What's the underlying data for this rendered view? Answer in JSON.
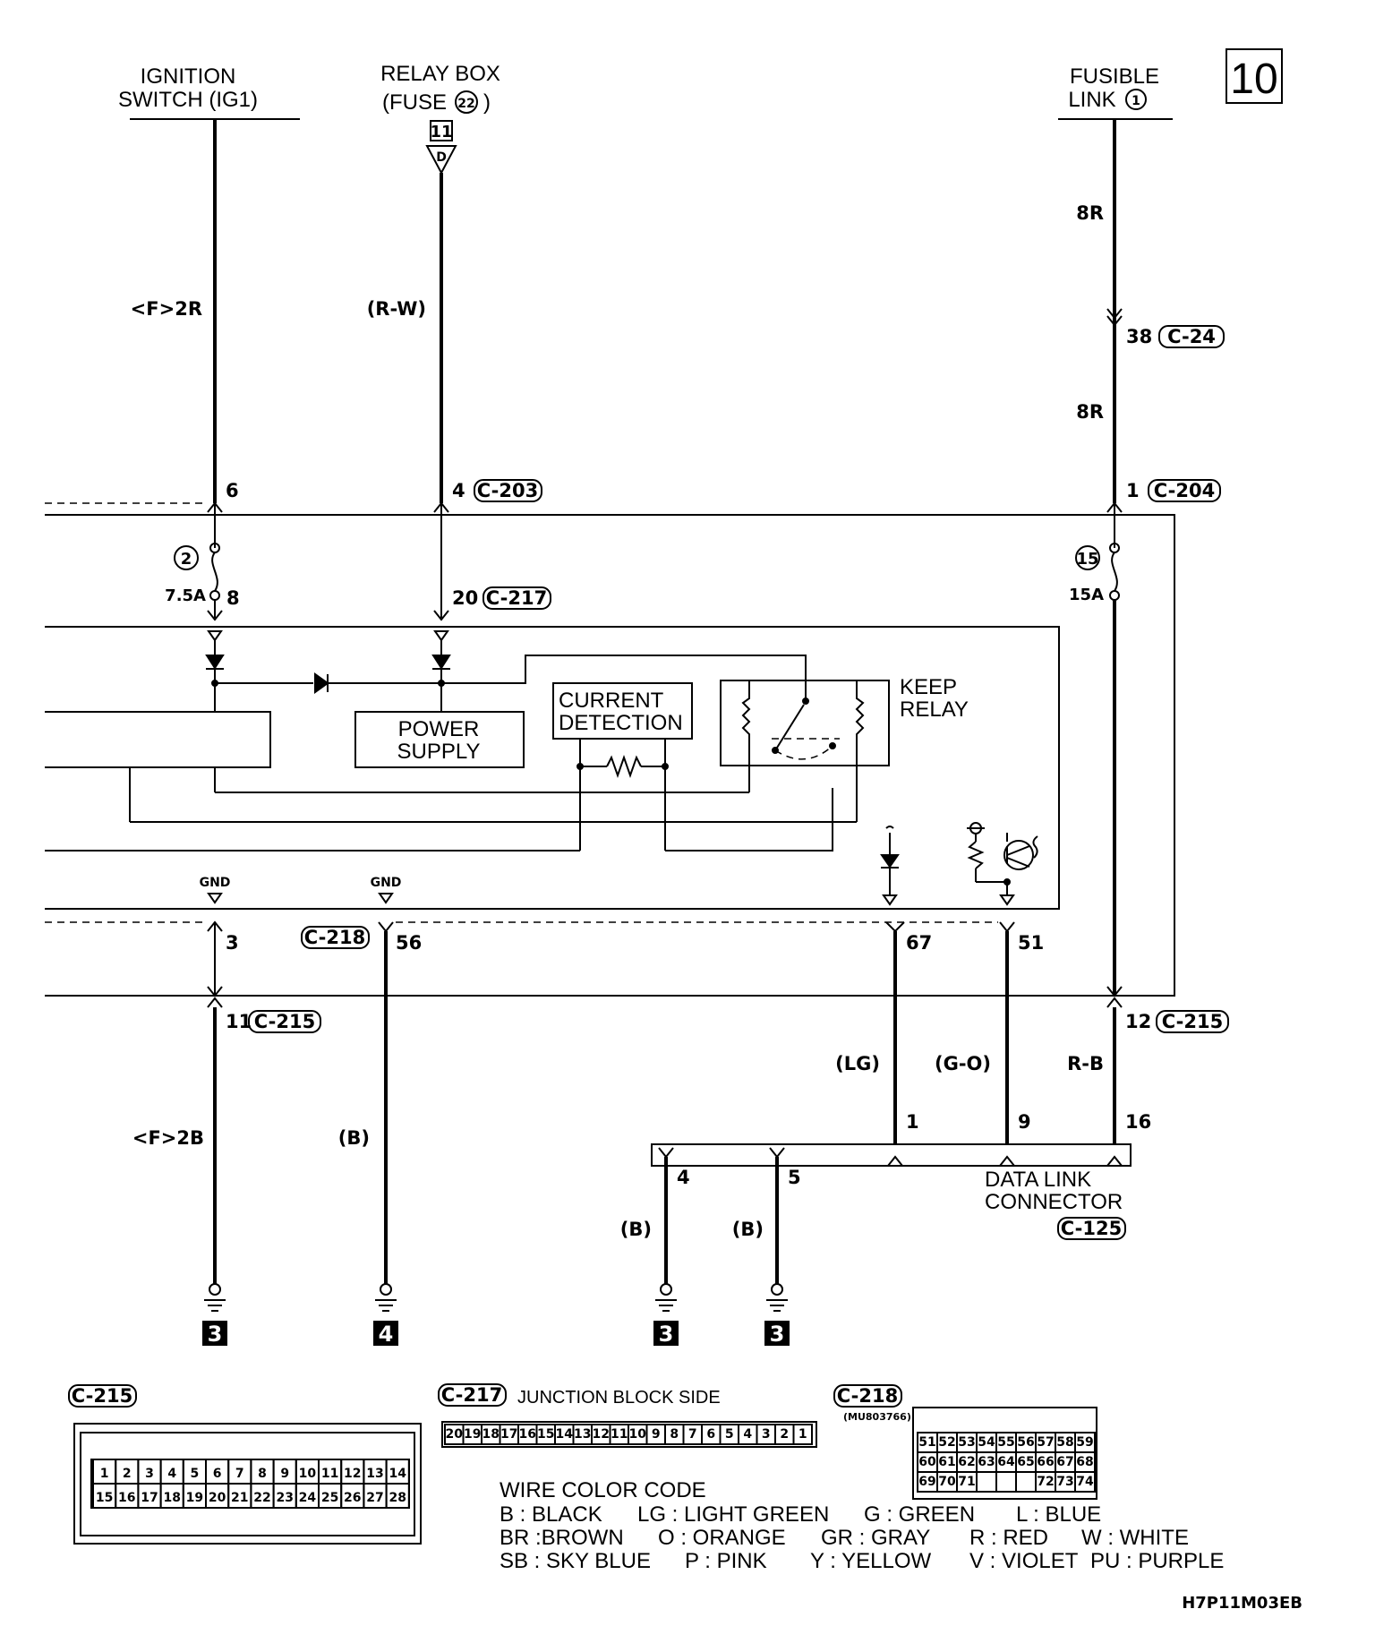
{
  "page_number": "10",
  "sources": {
    "ignition": [
      "IGNITION",
      "SWITCH (IG1)"
    ],
    "relay_box": [
      "RELAY BOX",
      "(FUSE",
      "22",
      ")"
    ],
    "relay_conn": "11",
    "relay_tri": "D",
    "fusible": [
      "FUSIBLE",
      "LINK",
      "1"
    ]
  },
  "wire_labels": {
    "ig_top": "<F>2R",
    "rw_top": "(R-W)",
    "fl_8r_top": "8R",
    "fl_8r_mid": "8R",
    "ig_bottom": "<F>2B",
    "gnd_b": "(B)",
    "lg": "(LG)",
    "go": "(G-O)",
    "rb": "R-B",
    "b4": "(B)",
    "b5": "(B)"
  },
  "pins": {
    "p6": "6",
    "p4": "4",
    "p1": "1",
    "p38": "38",
    "p8": "8",
    "p20": "20",
    "p3": "3",
    "p56": "56",
    "p67": "67",
    "p51": "51",
    "p11": "11",
    "p12": "12",
    "dlc1": "1",
    "dlc9": "9",
    "dlc16": "16",
    "dlc4": "4",
    "dlc5": "5"
  },
  "connectors": {
    "c24": "C-24",
    "c203": "C-203",
    "c204": "C-204",
    "c217": "C-217",
    "c218": "C-218",
    "c215": "C-215",
    "c125": "C-125"
  },
  "fuses": {
    "f2": "2",
    "f2_rating": "7.5A",
    "f15": "15",
    "f15_rating": "15A"
  },
  "blocks": {
    "power_supply": [
      "POWER",
      "SUPPLY"
    ],
    "current_detection": [
      "CURRENT",
      "DETECTION"
    ],
    "keep_relay": [
      "KEEP",
      "RELAY"
    ],
    "gnd": "GND",
    "dlc": [
      "DATA LINK",
      "CONNECTOR"
    ]
  },
  "grounds": [
    "3",
    "4",
    "3",
    "3"
  ],
  "bottom": {
    "c215_pins_top": [
      "1",
      "2",
      "3",
      "4",
      "5",
      "6",
      "7",
      "8",
      "9",
      "10",
      "11",
      "12",
      "13",
      "14"
    ],
    "c215_pins_bottom": [
      "15",
      "16",
      "17",
      "18",
      "19",
      "20",
      "21",
      "22",
      "23",
      "24",
      "25",
      "26",
      "27",
      "28"
    ],
    "c217_caption": "JUNCTION BLOCK SIDE",
    "c217_pins": [
      "20",
      "19",
      "18",
      "17",
      "16",
      "15",
      "14",
      "13",
      "12",
      "11",
      "10",
      "9",
      "8",
      "7",
      "6",
      "5",
      "4",
      "3",
      "2",
      "1"
    ],
    "c218_part": "(MU803766)",
    "c218_row1": [
      "51",
      "52",
      "53",
      "54",
      "55",
      "56",
      "57",
      "58",
      "59"
    ],
    "c218_row2": [
      "60",
      "61",
      "62",
      "63",
      "64",
      "65",
      "66",
      "67",
      "68"
    ],
    "c218_row3": [
      "69",
      "70",
      "71",
      "",
      "",
      "",
      "72",
      "73",
      "74"
    ]
  },
  "wire_code": {
    "title": "WIRE COLOR CODE",
    "row1": [
      "B : BLACK",
      "LG : LIGHT GREEN",
      "G : GREEN",
      "L : BLUE"
    ],
    "row2": [
      "BR :BROWN",
      "O : ORANGE",
      "GR : GRAY",
      "R : RED",
      "W : WHITE"
    ],
    "row3": [
      "SB : SKY BLUE",
      "P : PINK",
      "Y : YELLOW",
      "V : VIOLET",
      "PU : PURPLE"
    ]
  },
  "doc_code": "H7P11M03EB"
}
